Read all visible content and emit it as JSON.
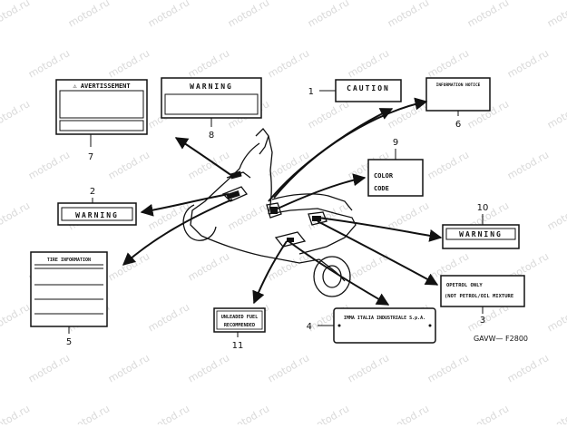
{
  "watermark": "motod.ru",
  "diagram_code": "GAVW— F2800",
  "labels": [
    {
      "num": "1",
      "text": "CAUTION"
    },
    {
      "num": "2",
      "text": "WARNING"
    },
    {
      "num": "3",
      "line1": "OPETROL ONLY",
      "line2": "(NOT PETROL/OIL MIXTURE"
    },
    {
      "num": "4",
      "text": "IMMA ITALIA INDUSTRIALE S.p.A."
    },
    {
      "num": "5",
      "text": "TIRE INFORMATION"
    },
    {
      "num": "6",
      "text": "INFORMATION NOTICE"
    },
    {
      "num": "7",
      "text": "⚠ AVERTISSEMENT"
    },
    {
      "num": "8",
      "text": "WARNING"
    },
    {
      "num": "9",
      "line1": "COLOR",
      "line2": "CODE"
    },
    {
      "num": "10",
      "text": "WARNING"
    },
    {
      "num": "11",
      "line1": "UNLEADED FUEL",
      "line2": "RECOMMENDED"
    }
  ]
}
